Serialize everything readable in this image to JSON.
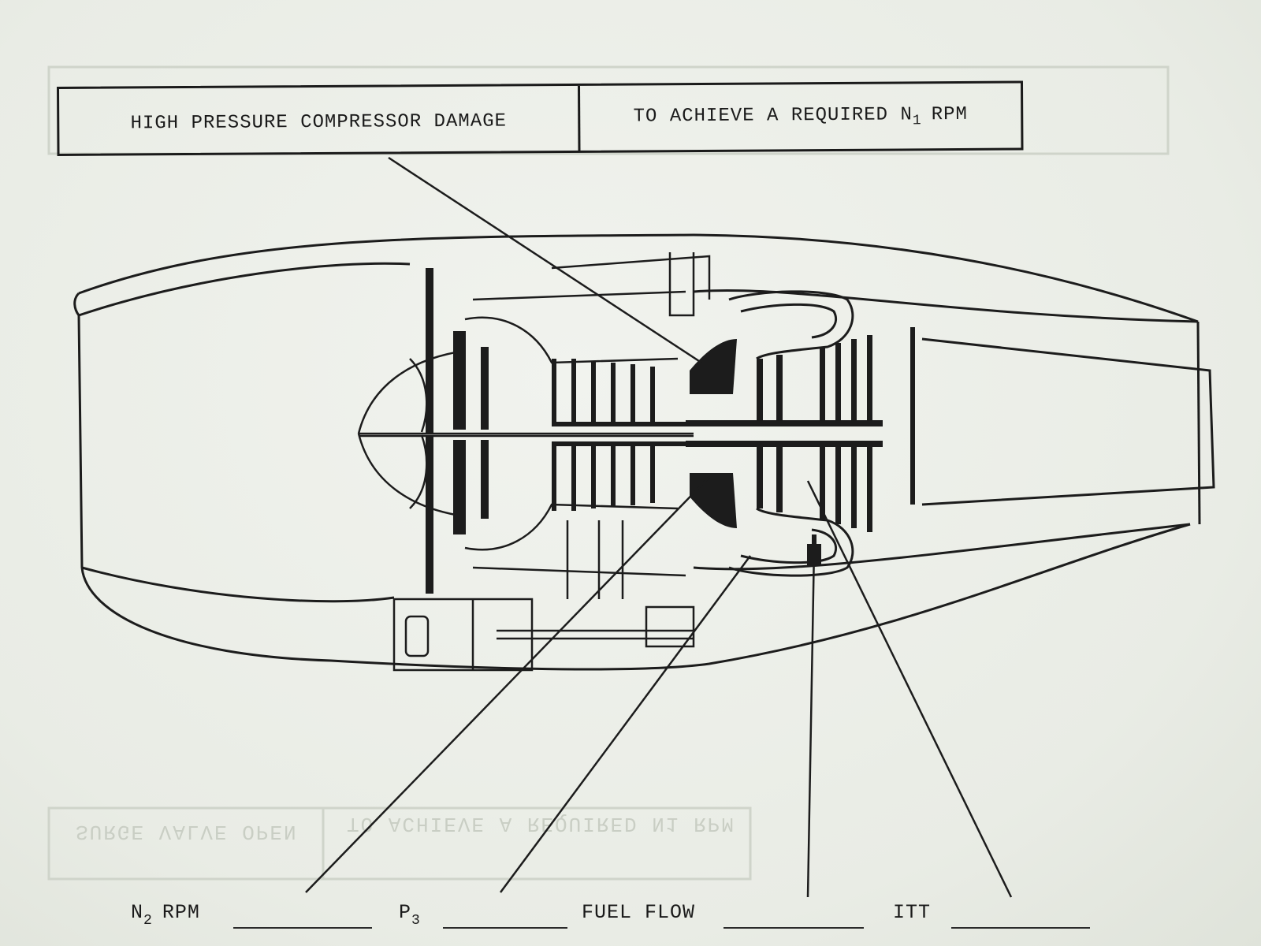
{
  "header": {
    "left_label": "HIGH PRESSURE COMPRESSOR DAMAGE",
    "right_label_main": "TO ACHIEVE A REQUIRED N",
    "right_label_sub": "1",
    "right_label_tail": "RPM"
  },
  "parameters": [
    {
      "main": "N",
      "sub": "2",
      "tail": "RPM"
    },
    {
      "main": "P",
      "sub": "3",
      "tail": ""
    },
    {
      "main": "FUEL FLOW",
      "sub": "",
      "tail": ""
    },
    {
      "main": "ITT",
      "sub": "",
      "tail": ""
    }
  ],
  "bleed_through": {
    "left": "SURGE VALVE OPEN",
    "right": "TO ACHIEVE A REQUIRED N1 RPM"
  }
}
